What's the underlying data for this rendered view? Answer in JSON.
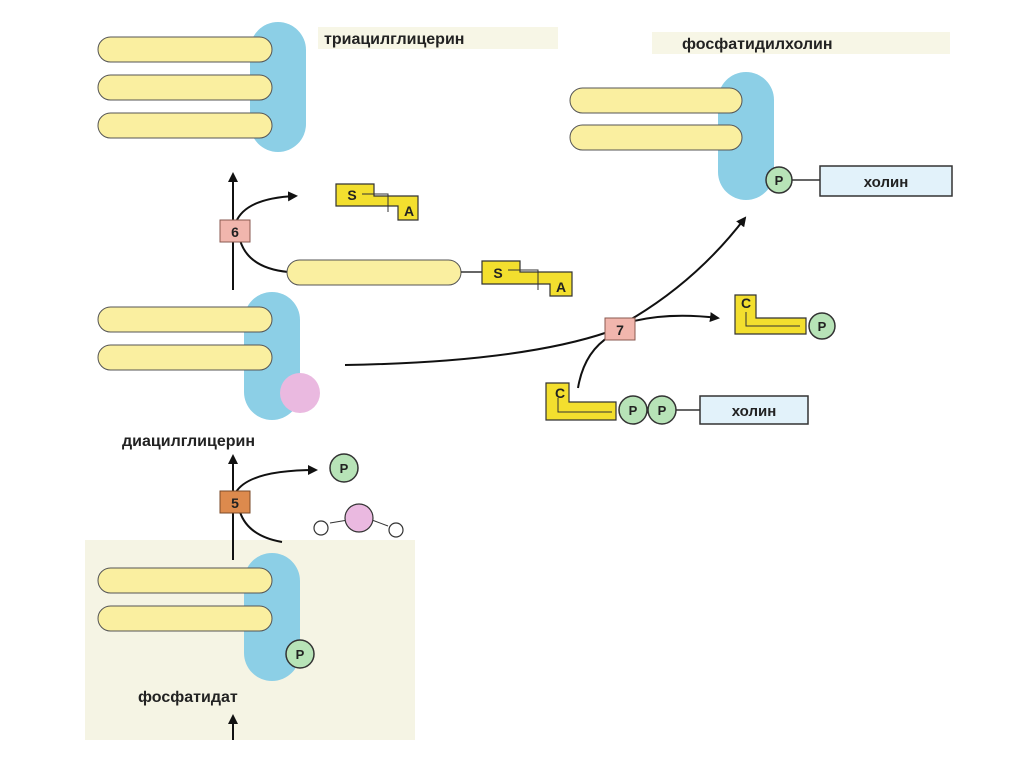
{
  "labels": {
    "triacylglycerol": "триацилглицерин",
    "phosphatidylcholine": "фосфатидилхолин",
    "diacylglycerol": "диацилглицерин",
    "phosphatidate": "фосфатидат"
  },
  "enzymes": {
    "e5": "5",
    "e6": "6",
    "e7": "7"
  },
  "groups": {
    "choline_1": "холин",
    "choline_2": "холин",
    "phosphate_pc": "P",
    "phosphate_released": "P",
    "phosphate_pa": "P",
    "ctp_p1": "P",
    "ctp_p2": "P",
    "cmp_p": "P",
    "coa_s_1": "S",
    "coa_a_1": "A",
    "coa_s_2": "S",
    "coa_a_2": "A",
    "cmp_c": "C",
    "ctp_c": "C"
  },
  "colors": {
    "glycerol": "#8ccfe6",
    "fatty_acid": "#faefa0",
    "coa": "#f3df2e",
    "phosphate": "#b7e3b7",
    "enzyme": "#f1b6ad",
    "enzyme5": "#dd8a4d",
    "hydroxyl": "#eab9e0",
    "background_tint": "#f5f4e4"
  }
}
